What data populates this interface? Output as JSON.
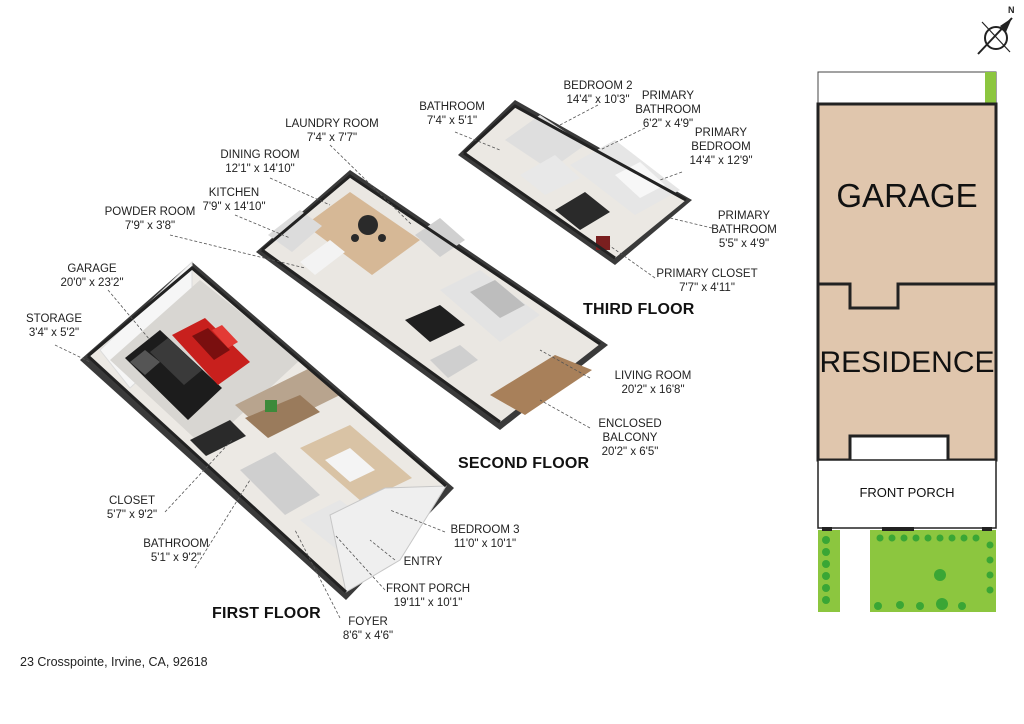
{
  "address": "23 Crosspointe, Irvine, CA, 92618",
  "compass_letter": "N",
  "floors": {
    "first": "FIRST FLOOR",
    "second": "SECOND FLOOR",
    "third": "THIRD FLOOR"
  },
  "rooms": {
    "garage": {
      "name": "GARAGE",
      "dim": "20'0\" x 23'2\""
    },
    "storage": {
      "name": "STORAGE",
      "dim": "3'4\" x 5'2\""
    },
    "closet": {
      "name": "CLOSET",
      "dim": "5'7\" x 9'2\""
    },
    "bathroom1": {
      "name": "BATHROOM",
      "dim": "5'1\" x 9'2\""
    },
    "foyer": {
      "name": "FOYER",
      "dim": "8'6\" x 4'6\""
    },
    "front_porch": {
      "name": "FRONT PORCH",
      "dim": "19'11\" x 10'1\""
    },
    "entry": {
      "name": "ENTRY"
    },
    "bedroom3": {
      "name": "BEDROOM 3",
      "dim": "11'0\" x 10'1\""
    },
    "powder_room": {
      "name": "POWDER ROOM",
      "dim": "7'9\" x 3'8\""
    },
    "kitchen": {
      "name": "KITCHEN",
      "dim": "7'9\" x 14'10\""
    },
    "dining_room": {
      "name": "DINING ROOM",
      "dim": "12'1\" x 14'10\""
    },
    "laundry_room": {
      "name": "LAUNDRY ROOM",
      "dim": "7'4\" x 7'7\""
    },
    "living_room": {
      "name": "LIVING ROOM",
      "dim": "20'2\" x 16'8\""
    },
    "balcony": {
      "name_line1": "ENCLOSED",
      "name_line2": "BALCONY",
      "dim": "20'2\" x 6'5\""
    },
    "bathroom3": {
      "name": "BATHROOM",
      "dim": "7'4\" x 5'1\""
    },
    "bedroom2": {
      "name": "BEDROOM 2",
      "dim": "14'4\" x 10'3\""
    },
    "primary_bath1": {
      "name_line1": "PRIMARY",
      "name_line2": "BATHROOM",
      "dim": "6'2\" x 4'9\""
    },
    "primary_bedroom": {
      "name_line1": "PRIMARY",
      "name_line2": "BEDROOM",
      "dim": "14'4\" x 12'9\""
    },
    "primary_bath2": {
      "name_line1": "PRIMARY",
      "name_line2": "BATHROOM",
      "dim": "5'5\" x 4'9\""
    },
    "primary_closet": {
      "name": "PRIMARY CLOSET",
      "dim": "7'7\" x 4'11\""
    }
  },
  "site_plan": {
    "garage": "GARAGE",
    "residence": "RESIDENCE",
    "front_porch": "FRONT PORCH"
  },
  "colors": {
    "building_fill": "#e0c6ad",
    "lawn": "#8cc63f",
    "shrub": "#3aa635",
    "outline": "#222222"
  }
}
